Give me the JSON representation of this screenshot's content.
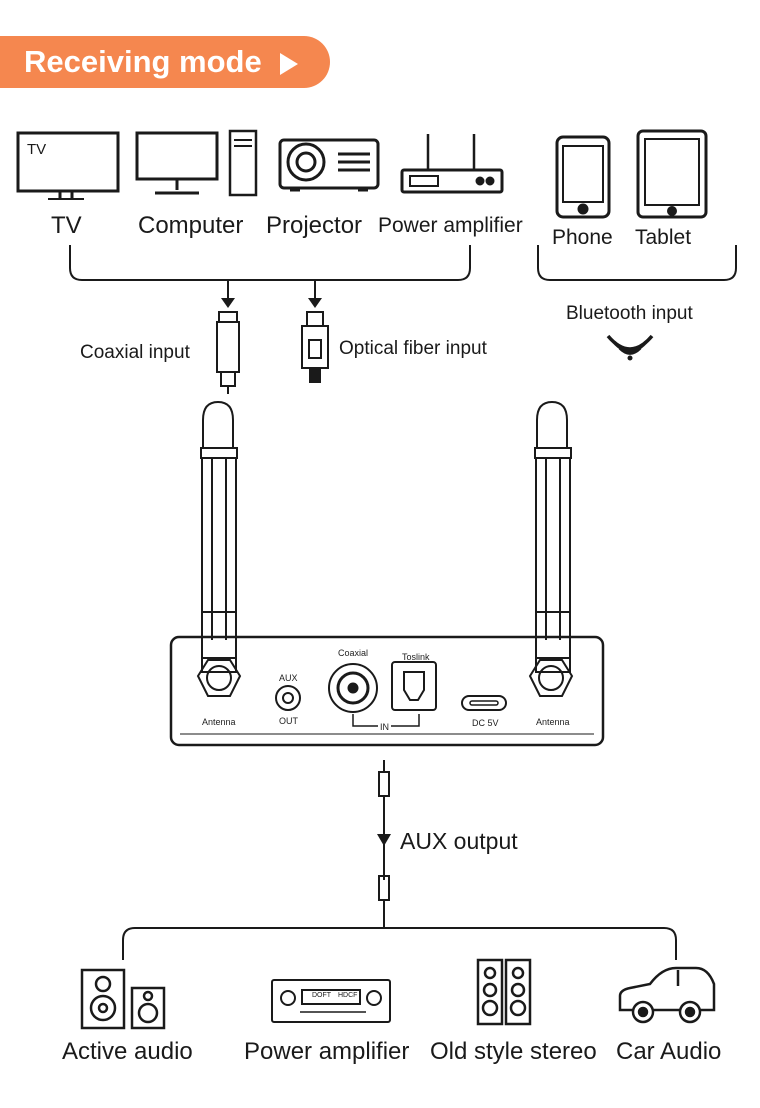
{
  "banner": {
    "text": "Receiving mode",
    "arrow": "play-triangle-icon",
    "color": "#f5874f"
  },
  "sources": {
    "tv_screen_text": "TV",
    "tv": "TV",
    "computer": "Computer",
    "projector": "Projector",
    "power_amplifier": "Power amplifier",
    "phone": "Phone",
    "tablet": "Tablet"
  },
  "inputs": {
    "coaxial": "Coaxial input",
    "optical": "Optical fiber input",
    "bluetooth": "Bluetooth input"
  },
  "device": {
    "coaxial_port": "Coaxial",
    "toslink_port": "Toslink",
    "aux_top": "AUX",
    "aux_bottom": "OUT",
    "in_label": "IN",
    "dc_label": "DC 5V",
    "antenna_left": "Antenna",
    "antenna_right": "Antenna",
    "amp_display_left": "DOFT",
    "amp_display_right": "HDCF"
  },
  "output": {
    "aux": "AUX output"
  },
  "outputs": {
    "active_audio": "Active audio",
    "power_amplifier": "Power amplifier",
    "old_stereo": "Old style stereo",
    "car_audio": "Car Audio"
  }
}
